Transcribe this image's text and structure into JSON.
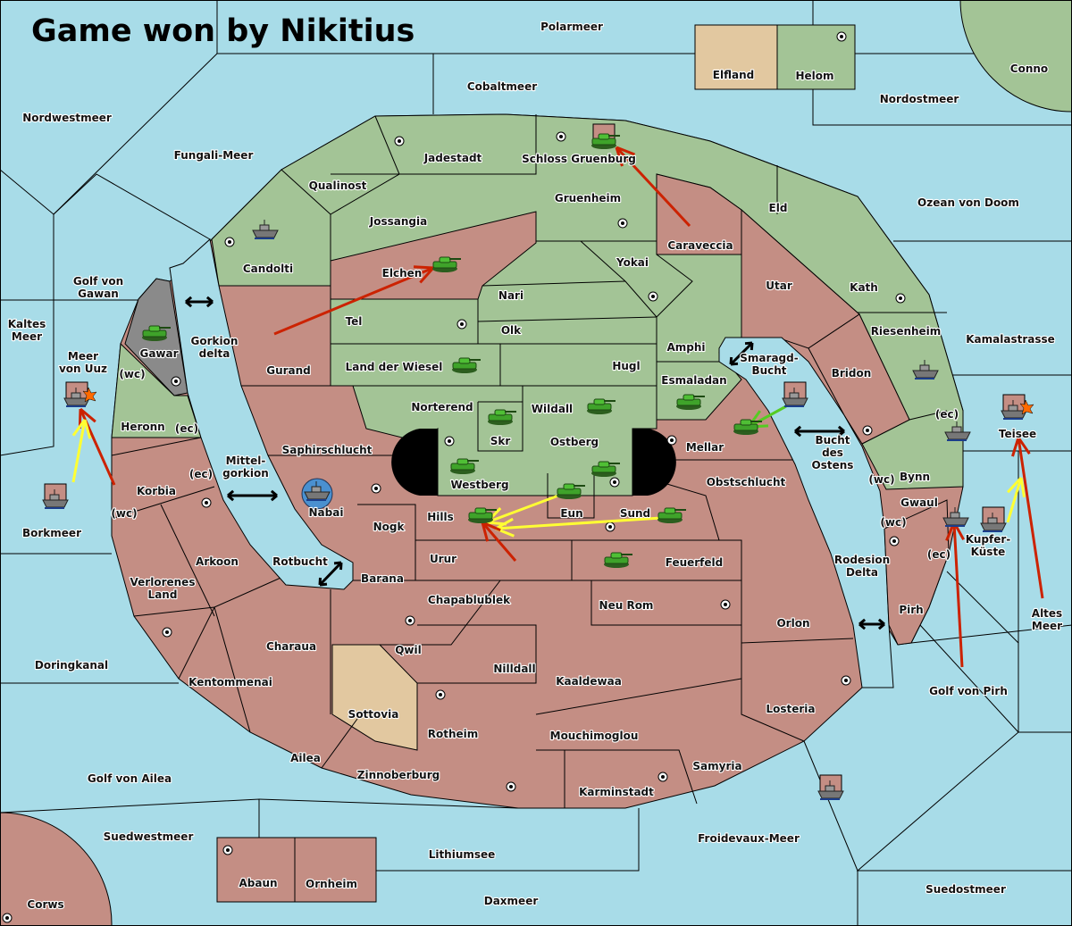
{
  "title": "Game won by Nikitius",
  "colors": {
    "sea": "#a8dce8",
    "neutral_land": "#c48e84",
    "green_power": "#a3c496",
    "gray_power": "#8a8a8a",
    "tan_power": "#e2c8a0",
    "move_arrow": "#cc2200",
    "support_arrow": "#ffff33",
    "convoy_arrow": "#55cc22"
  },
  "labels": [
    "Polarmeer",
    "Cobaltmeer",
    "Nordwestmeer",
    "Fungali-Meer",
    "Nordostmeer",
    "Conno",
    "Elfland",
    "Helom",
    "Ozean von Doom",
    "Kamalastrasse",
    "Golf von\nGawan",
    "Kaltes\nMeer",
    "Meer\nvon Uuz",
    "Borkmeer",
    "Gorkion\ndelta",
    "Mittel-\ngorkion",
    "Rotbucht",
    "Smaragd-\nBucht",
    "Bucht\ndes\nOstens",
    "Rodesion\nDelta",
    "Teisee",
    "Kupfer-\nKüste",
    "Altes\nMeer",
    "Golf von Pirh",
    "Doringkanal",
    "Golf von Ailea",
    "Suedwestmeer",
    "Corws",
    "Lithiumsee",
    "Daxmeer",
    "Froidevaux-Meer",
    "Suedostmeer",
    "Abaun",
    "Ornheim",
    "Jadestadt",
    "Schloss Gruenburg",
    "Qualinost",
    "Gruenheim",
    "Eld",
    "Jossangia",
    "Caraveccia",
    "Candolti",
    "Yokai",
    "Elchen",
    "Utar",
    "Kath",
    "Nari",
    "Tel",
    "Olk",
    "Riesenheim",
    "Amphi",
    "Gawar",
    "Land der Wiesel",
    "Hugl",
    "Gurand",
    "Bridon",
    "Esmaladan",
    "Norterend",
    "Wildall",
    "Heronn",
    "(ec)",
    "Skr",
    "Ostberg",
    "Mellar",
    "Saphirschlucht",
    "(ec)",
    "Bynn",
    "(wc)",
    "(ec)",
    "Korbia",
    "Westberg",
    "Obstschlucht",
    "(wc)",
    "Nabai",
    "Gwaul",
    "Eun",
    "Sund",
    "Hills",
    "Nogk",
    "(wc)",
    "Urur",
    "Feuerfeld",
    "(ec)",
    "Arkoon",
    "Barana",
    "Verlorenes\nLand",
    "Chapablublek",
    "Neu Rom",
    "Pirh",
    "Orlon",
    "Charaua",
    "Qwil",
    "Nilldall",
    "Kaaldewaa",
    "Kentommenai",
    "Losteria",
    "Sottovia",
    "Rotheim",
    "Mouchimoglou",
    "Ailea",
    "Samyria",
    "Zinnoberburg",
    "Karminstadt",
    "(wc)"
  ],
  "units": [
    {
      "type": "army",
      "province": "Gawar"
    },
    {
      "type": "army",
      "province": "Elchen"
    },
    {
      "type": "army",
      "province": "Schloss Gruenburg",
      "status": "dislodged"
    },
    {
      "type": "army",
      "province": "Land der Wiesel"
    },
    {
      "type": "army",
      "province": "Skr"
    },
    {
      "type": "army",
      "province": "Wildall"
    },
    {
      "type": "army",
      "province": "Esmaladan"
    },
    {
      "type": "army",
      "province": "Mellar"
    },
    {
      "type": "army",
      "province": "Westberg"
    },
    {
      "type": "army",
      "province": "Ostberg"
    },
    {
      "type": "army",
      "province": "Eun"
    },
    {
      "type": "army",
      "province": "Hills"
    },
    {
      "type": "army",
      "province": "Sund"
    },
    {
      "type": "army",
      "province": "Feuerfeld"
    },
    {
      "type": "fleet",
      "province": "Candolti"
    },
    {
      "type": "fleet",
      "province": "Riesenheim"
    },
    {
      "type": "fleet",
      "province": "Bynn"
    },
    {
      "type": "fleet",
      "province": "Gwaul"
    },
    {
      "type": "fleet",
      "province": "Nabai"
    },
    {
      "type": "fleet",
      "province": "Meer von Uuz",
      "status": "dislodged"
    },
    {
      "type": "fleet",
      "province": "Borkmeer",
      "status": "dislodged"
    },
    {
      "type": "fleet",
      "province": "Smaragd-Bucht",
      "status": "dislodged"
    },
    {
      "type": "fleet",
      "province": "Teisee",
      "status": "dislodged"
    },
    {
      "type": "fleet",
      "province": "Kupfer-Küste",
      "status": "dislodged"
    },
    {
      "type": "fleet",
      "province": "Froidevaux-Meer",
      "status": "dislodged"
    }
  ]
}
